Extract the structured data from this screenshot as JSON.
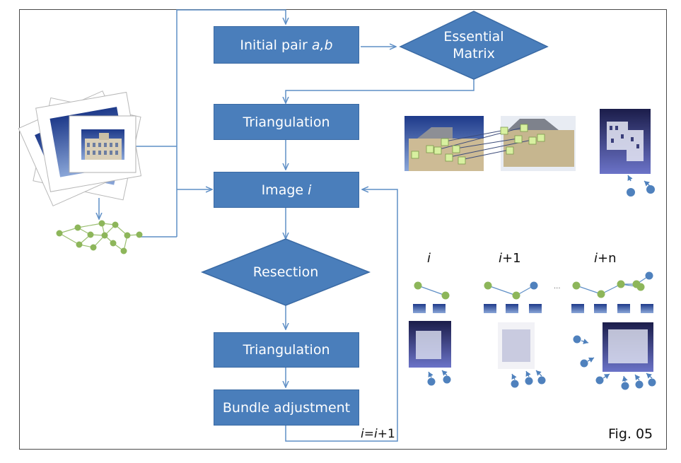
{
  "flowchart": {
    "initial_pair": {
      "text": "Initial pair ",
      "var": "a,b"
    },
    "essential_matrix": {
      "line1": "Essential",
      "line2": "Matrix"
    },
    "triangulation_1": "Triangulation",
    "image_i": {
      "text": "Image ",
      "var": "i"
    },
    "resection": "Resection",
    "triangulation_2": "Triangulation",
    "bundle_adjustment": "Bundle adjustment",
    "loop_label": {
      "var1": "i",
      "eq": "=",
      "var2": "i",
      "plus": "+1"
    }
  },
  "stages": {
    "stage_i": {
      "var": "i",
      "suffix": ""
    },
    "stage_i1": {
      "var": "i",
      "suffix": "+1"
    },
    "stage_in": {
      "var": "i",
      "suffix": "+n"
    },
    "ellipsis": "..."
  },
  "figure_label": "Fig. 05",
  "colors": {
    "box_fill": "#4a7ebb",
    "box_border": "#3a6aa4",
    "arrow": "#5f8fc6",
    "graph_node": "#8db65a",
    "camera_node": "#4f81bd",
    "sky": "#3d5aa8"
  }
}
